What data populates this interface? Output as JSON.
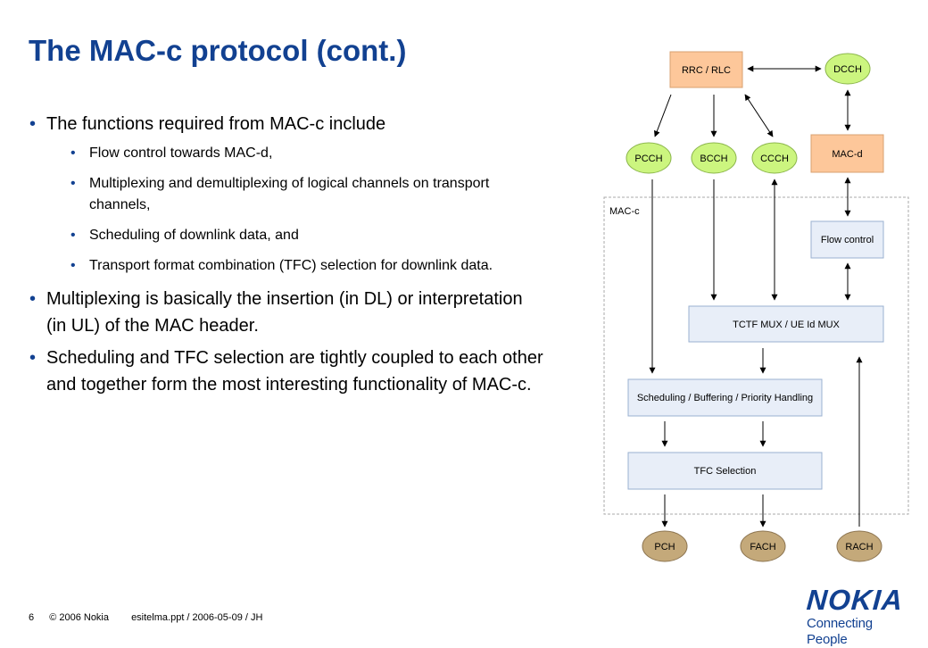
{
  "slide": {
    "title": "The MAC-c protocol (cont.)",
    "bullets": [
      {
        "text": "The functions required from MAC-c include",
        "sub": [
          "Flow control towards MAC-d,",
          "Multiplexing and demultiplexing of logical channels on transport channels,",
          "Scheduling of downlink data, and",
          "Transport format combination (TFC) selection for downlink data."
        ]
      },
      {
        "text": "Multiplexing is basically the insertion (in DL) or interpretation (in UL) of the MAC header.",
        "sub": []
      },
      {
        "text": "Scheduling and TFC selection are tightly coupled to each other and together form the most interesting functionality of MAC-c.",
        "sub": []
      }
    ],
    "bullet_char": "•"
  },
  "diagram": {
    "group_label": "MAC-c",
    "nodes": {
      "rrc_rlc": "RRC / RLC",
      "dcch": "DCCH",
      "pcch": "PCCH",
      "bcch": "BCCH",
      "ccch": "CCCH",
      "mac_d": "MAC-d",
      "flow_control": "Flow control",
      "tctf_mux": "TCTF MUX / UE Id MUX",
      "scheduling": "Scheduling / Buffering / Priority Handling",
      "tfc_selection": "TFC Selection",
      "pch": "PCH",
      "fach": "FACH",
      "rach": "RACH"
    },
    "colors": {
      "rect_orange": "#fdc79a",
      "ellipse_green": "#ccf57f",
      "rect_blue": "#e8eef8",
      "ellipse_tan": "#c4a97a"
    }
  },
  "footer": {
    "slide_number": "6",
    "copyright": "© 2006  Nokia",
    "file_info": "esitelma.ppt / 2006-05-09 / JH"
  },
  "logo": {
    "word": "NOKIA",
    "tagline": "Connecting People"
  }
}
